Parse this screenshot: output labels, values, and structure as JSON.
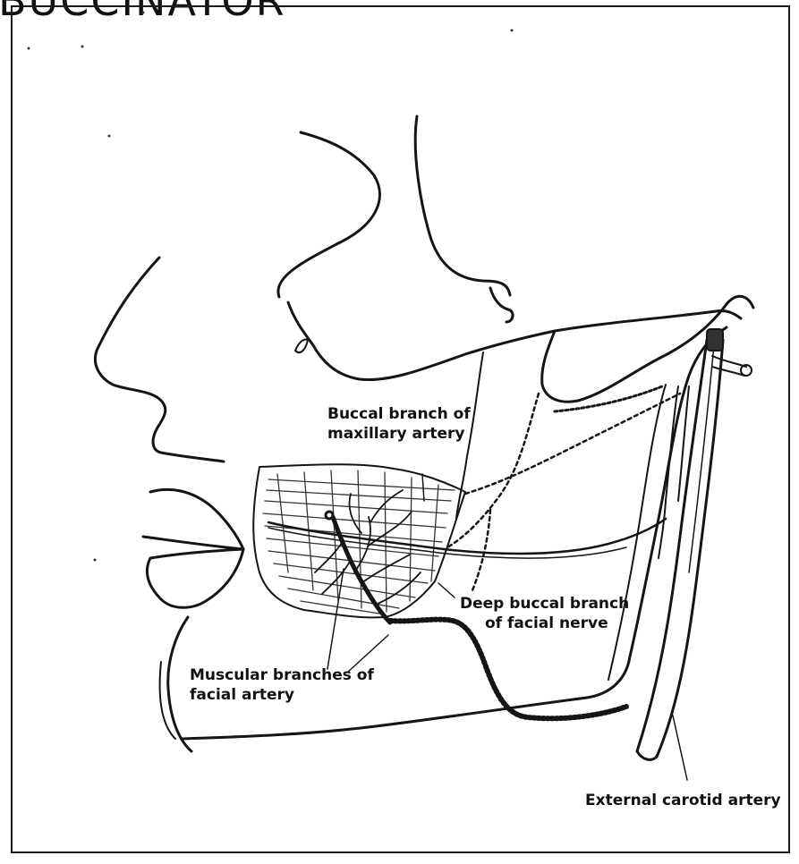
{
  "page_title": "BUCCINATOR",
  "labels": {
    "buccal_branch_maxillary": {
      "line1": "Buccal branch of",
      "line2": "maxillary artery"
    },
    "deep_buccal_facial_nerve": {
      "line1": "Deep buccal branch",
      "line2": "of facial nerve"
    },
    "muscular_branches_facial": {
      "line1": "Muscular branches of",
      "line2": "facial artery"
    },
    "external_carotid": {
      "line1": "External carotid artery"
    }
  }
}
